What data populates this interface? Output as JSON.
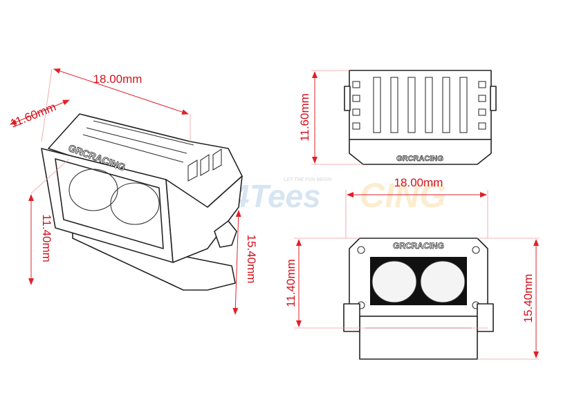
{
  "watermark": {
    "brand": "4Tees RACING",
    "tagline": "LET THE FUN BEGIN"
  },
  "product_logo": "GRCRACING",
  "dimensions": {
    "iso_length": "18.00mm",
    "iso_depth": "11.60mm",
    "iso_height": "11.40mm",
    "iso_total_height": "15.40mm",
    "top_depth": "11.60mm",
    "front_width": "18.00mm",
    "front_height": "11.40mm",
    "front_total_height": "15.40mm"
  },
  "colors": {
    "dimension": "#d4101c",
    "line": "#222222"
  }
}
